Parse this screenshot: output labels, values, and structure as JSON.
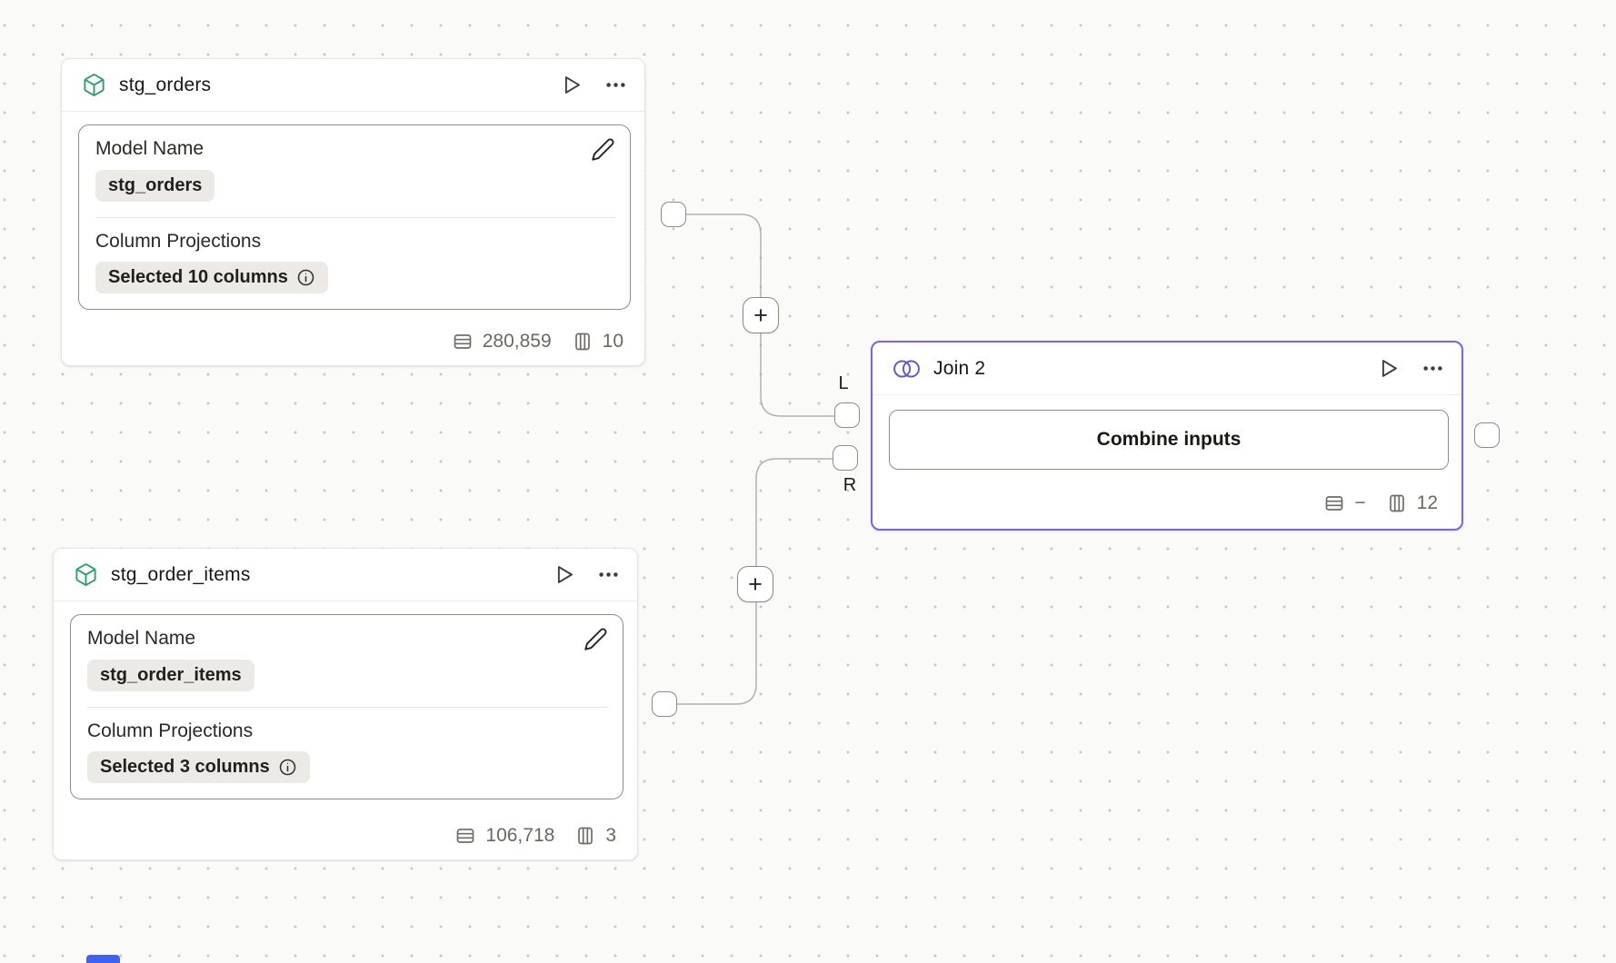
{
  "colors": {
    "canvas_bg": "#fafaf9",
    "grid_dot": "#c9c6c2",
    "node_bg": "#ffffff",
    "node_border": "#e6e4e1",
    "inner_card_border": "#8f8c88",
    "chip_bg": "#eceae7",
    "edge_stroke": "#b4b1ad",
    "selected_accent": "#7e61f3",
    "model_icon_green": "#2f9e6b",
    "join_icon_indigo": "#5b57d9",
    "footer_text": "#6b6862",
    "artifact_blue": "#3e63f3"
  },
  "nodes": {
    "stg_orders": {
      "title": "stg_orders",
      "model_name_label": "Model Name",
      "model_name_value": "stg_orders",
      "projections_label": "Column Projections",
      "projections_value": "Selected 10 columns",
      "row_count": "280,859",
      "column_count": "10"
    },
    "stg_order_items": {
      "title": "stg_order_items",
      "model_name_label": "Model Name",
      "model_name_value": "stg_order_items",
      "projections_label": "Column Projections",
      "projections_value": "Selected 3 columns",
      "row_count": "106,718",
      "column_count": "3"
    },
    "join2": {
      "title": "Join 2",
      "combine_button_label": "Combine inputs",
      "row_count": "−",
      "column_count": "12"
    }
  },
  "edges": {
    "left_port_label": "L",
    "right_port_label": "R",
    "add_step_label": "+"
  }
}
